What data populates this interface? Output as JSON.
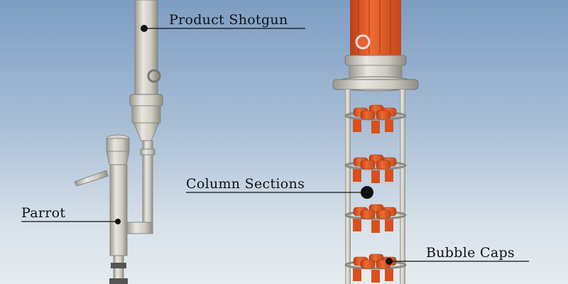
{
  "labels": {
    "product_shotgun": "Product Shotgun",
    "column_sections": "Column Sections",
    "parrot": "Parrot",
    "bubble_caps": "Bubble Caps"
  },
  "colors": {
    "copper": "#e0531f",
    "steel": "#c9c6bd",
    "background_top": "#7d9dc3",
    "background_bottom": "#e6ebef"
  }
}
